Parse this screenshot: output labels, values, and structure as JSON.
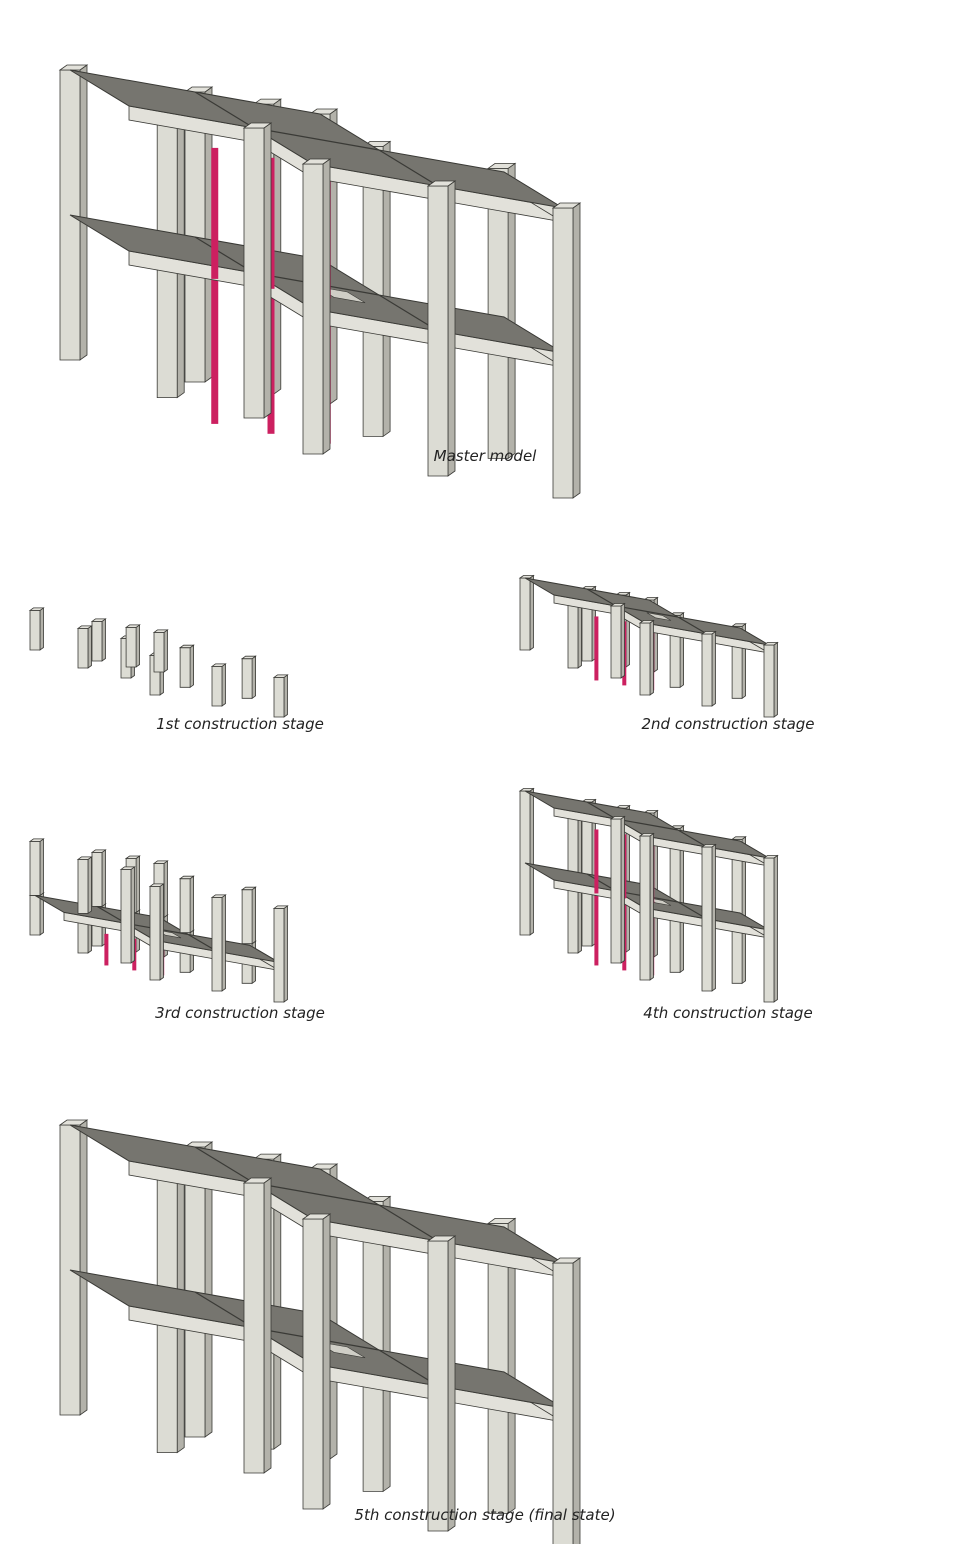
{
  "captions": {
    "master": "Master model",
    "stage1": "1st construction stage",
    "stage2": "2nd construction stage",
    "stage3": "3rd construction stage",
    "stage4": "4th construction stage",
    "stage5": "5th construction stage (final state)"
  },
  "colors": {
    "slab_top": "#76756f",
    "slab_edge": "#cfcec6",
    "beam": "#e2e1da",
    "column_front": "#dcdcd4",
    "column_side": "#b3b2aa",
    "outline": "#3a3a36",
    "temporary_prop": "#cc2060"
  },
  "stages": {
    "master": {
      "levels": 2,
      "props": true
    },
    "stage1": {
      "levels": 0,
      "props": false
    },
    "stage2": {
      "levels": 1,
      "props": true,
      "top_level": 1
    },
    "stage3": {
      "levels": 1,
      "props": true,
      "top_level": 0,
      "columns_above": true
    },
    "stage4": {
      "levels": 2,
      "props": true
    },
    "stage5": {
      "levels": 2,
      "props": false
    }
  }
}
